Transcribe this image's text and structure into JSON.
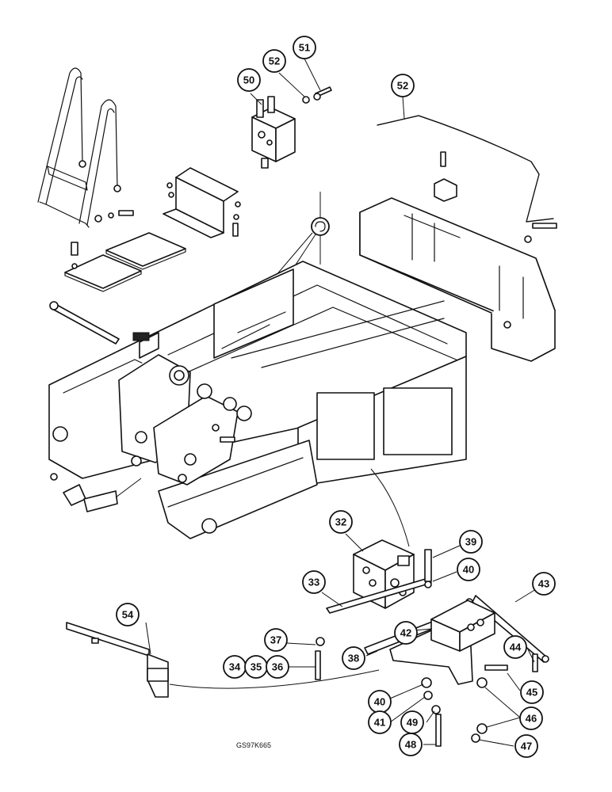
{
  "callouts": [
    {
      "id": "50"
    },
    {
      "id": "52"
    },
    {
      "id": "51"
    },
    {
      "id": "52"
    },
    {
      "id": "32"
    },
    {
      "id": "39"
    },
    {
      "id": "33"
    },
    {
      "id": "40"
    },
    {
      "id": "43"
    },
    {
      "id": "42"
    },
    {
      "id": "54"
    },
    {
      "id": "37"
    },
    {
      "id": "38"
    },
    {
      "id": "44"
    },
    {
      "id": "34"
    },
    {
      "id": "35"
    },
    {
      "id": "36"
    },
    {
      "id": "45"
    },
    {
      "id": "40"
    },
    {
      "id": "46"
    },
    {
      "id": "41"
    },
    {
      "id": "49"
    },
    {
      "id": "48"
    },
    {
      "id": "47"
    }
  ],
  "reference_code": "GS97K665",
  "colors": {
    "ink": "#111111",
    "paper": "#ffffff"
  },
  "icons": [
    "hook-symbol-icon"
  ]
}
